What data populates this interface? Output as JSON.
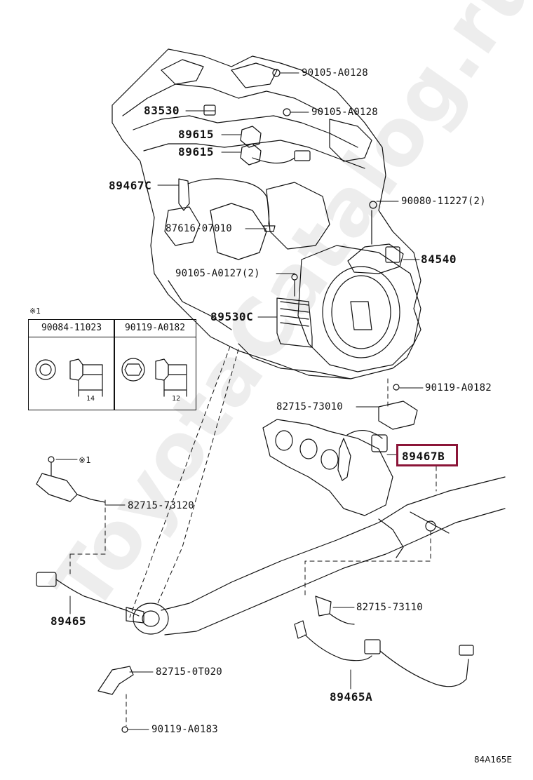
{
  "watermark": "ToyotaCatalog.ru",
  "reference_code": "84A165E",
  "note_mark": "※1",
  "highlight_color": "#8b1538",
  "highlighted_part": "89467B",
  "callouts": {
    "p1": "90105-A0128",
    "p2": "83530",
    "p3": "90105-A0128",
    "p4": "89615",
    "p5": "89615",
    "p6": "89467C",
    "p7": "90080-11227(2)",
    "p8": "87616-07010",
    "p9": "84540",
    "p10": "90105-A0127(2)",
    "p11": "89530C",
    "p12": "90119-A0182",
    "p13": "82715-73010",
    "p15": "82715-73120",
    "p16": "89465",
    "p17": "82715-73110",
    "p18": "82715-0T020",
    "p19": "89465A",
    "p20": "90119-A0183"
  },
  "inset_table": {
    "col1_header": "90084-11023",
    "col2_header": "90119-A0182",
    "dim1": "14",
    "dim2": "12"
  }
}
